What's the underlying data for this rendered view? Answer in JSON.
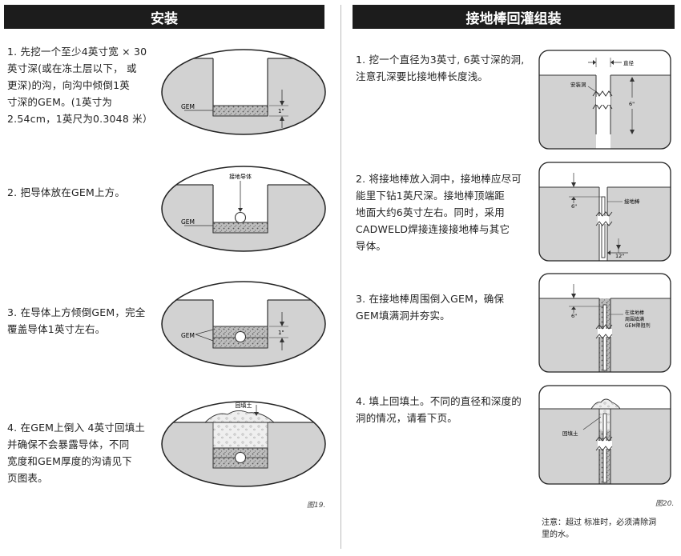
{
  "left": {
    "title": "安装",
    "steps": [
      "1. 先挖一个至少4英寸宽 × 30\n英寸深(或在冻土层以下， 或\n更深)的沟，向沟中倾倒1英\n寸深的GEM。(1英寸为\n2.54cm，1英尺为0.3048 米）",
      "2. 把导体放在GEM上方。",
      "3. 在导体上方倾倒GEM，完全\n覆盖导体1英寸左右。",
      "4. 在GEM上倒入 4英寸回填土\n并确保不会暴露导体，不同\n宽度和GEM厚度的沟请见下\n页图表。"
    ],
    "fig_labels": {
      "gem": "GEM",
      "one_inch": "1\"",
      "conductor": "接地导体",
      "backfill": "回填土"
    },
    "caption": "图19."
  },
  "right": {
    "title": "接地棒回灌组装",
    "steps": [
      "1. 挖一个直径为3英寸, 6英寸深的洞,\n注意孔深要比接地棒长度浅。",
      "2. 将接地棒放入洞中，接地棒应尽可\n能里下钻1英尺深。接地棒顶端距\n地面大约6英寸左右。同时，采用\nCADWELD焊接连接接地棒与其它\n导体。",
      "3. 在接地棒周围倒入GEM，确保\nGEM填满洞并夯实。",
      "4. 填上回填土。不同的直径和深度的\n洞的情况，请看下页。"
    ],
    "fig_labels": {
      "diameter": "直径",
      "hole": "安装洞",
      "six_inch": "6\"",
      "rod": "接地棒",
      "twelve_inch": "12\"",
      "gem_fill_1": "在接地棒",
      "gem_fill_2": "周围填满",
      "gem_fill_3": "GEM降阻剂",
      "backfill": "回填土"
    },
    "caption": "图20.",
    "note": "注意：超过 标准时，必须清除洞\n里的水。"
  },
  "colors": {
    "header_bg": "#1c1c1c",
    "header_text": "#ffffff",
    "soil": "#d2d2d2",
    "gem": "#9e9e9e"
  }
}
